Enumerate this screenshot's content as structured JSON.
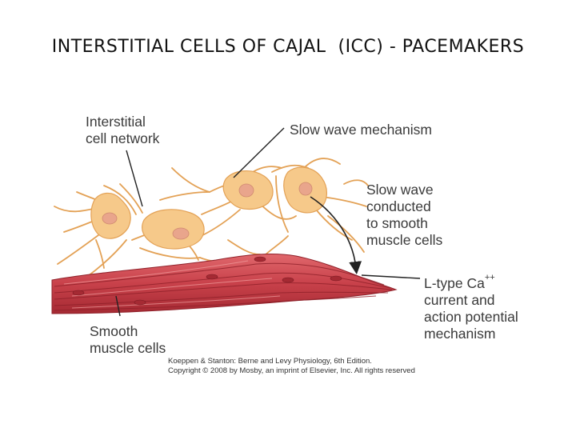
{
  "title": "INTERSTITIAL CELLS OF CAJAL  (ICC) - PACEMAKERS",
  "labels": {
    "icc_network": "Interstitial\ncell network",
    "slow_wave_mechanism": "Slow wave mechanism",
    "slow_wave_conducted": "Slow wave\nconducted\nto smooth\nmuscle cells",
    "ltype_prefix": "L-type Ca",
    "ltype_superscript": "++",
    "ltype_rest": "current and\naction potential\nmechanism",
    "smooth_muscle": "Smooth\nmuscle cells"
  },
  "credit": {
    "line1": "Koeppen & Stanton: Berne and Levy Physiology, 6th Edition.",
    "line2": "Copyright © 2008 by Mosby, an imprint of Elsevier, Inc. All rights reserved"
  },
  "colors": {
    "icc_fill": "#f6c98a",
    "icc_stroke": "#e3a155",
    "nucleus": "#e9a58c",
    "muscle_dark": "#b7323a",
    "muscle_mid": "#d9535a",
    "muscle_light": "#ef8c8c",
    "leader_line": "#222222"
  }
}
